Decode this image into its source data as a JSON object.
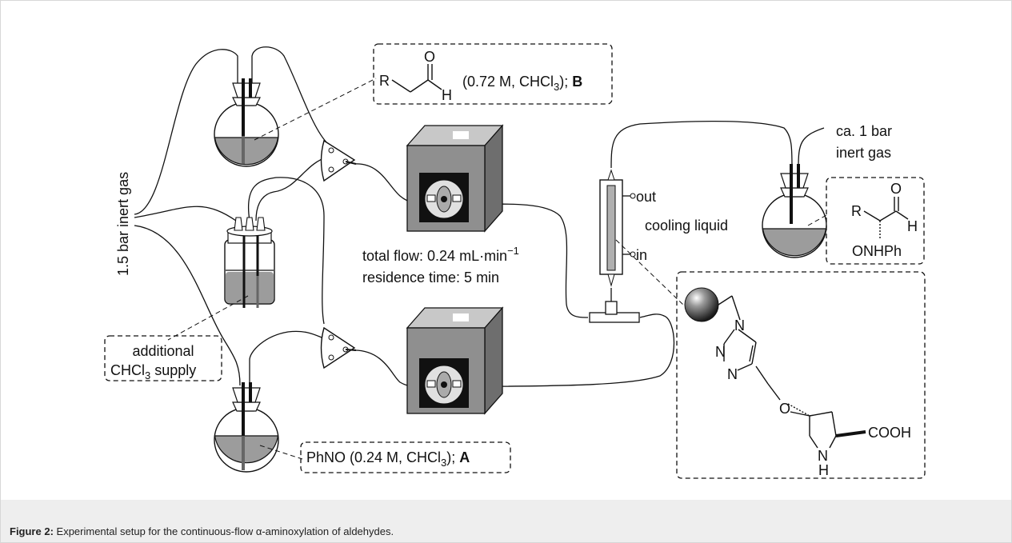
{
  "figure": {
    "caption_label": "Figure 2:",
    "caption_text": " Experimental setup for the continuous-flow α-aminoxylation of aldehydes."
  },
  "labels": {
    "inert_gas_left": "1.5 bar inert gas",
    "inert_gas_right_1": "ca. 1 bar",
    "inert_gas_right_2": "inert gas",
    "reagent_b_conc": "(0.72 M, CHCl",
    "reagent_b_close": "); ",
    "reagent_b_id": "B",
    "reagent_a_prefix": "PhNO (0.24 M, CHCl",
    "reagent_a_close": "); ",
    "reagent_a_id": "A",
    "additional_1": "additional",
    "additional_2a": "CHCl",
    "additional_2b": " supply",
    "subscript_3": "3",
    "flow_1": "total flow: 0.24 mL·min",
    "flow_exp": "−1",
    "flow_2": "residence time: 5 min",
    "cooling_out": "out",
    "cooling_in": "in",
    "cooling_liquid": "cooling liquid"
  },
  "chem": {
    "R": "R",
    "O": "O",
    "H": "H",
    "N": "N",
    "ONHPh": "ONHPh",
    "COOH": "COOH"
  }
}
